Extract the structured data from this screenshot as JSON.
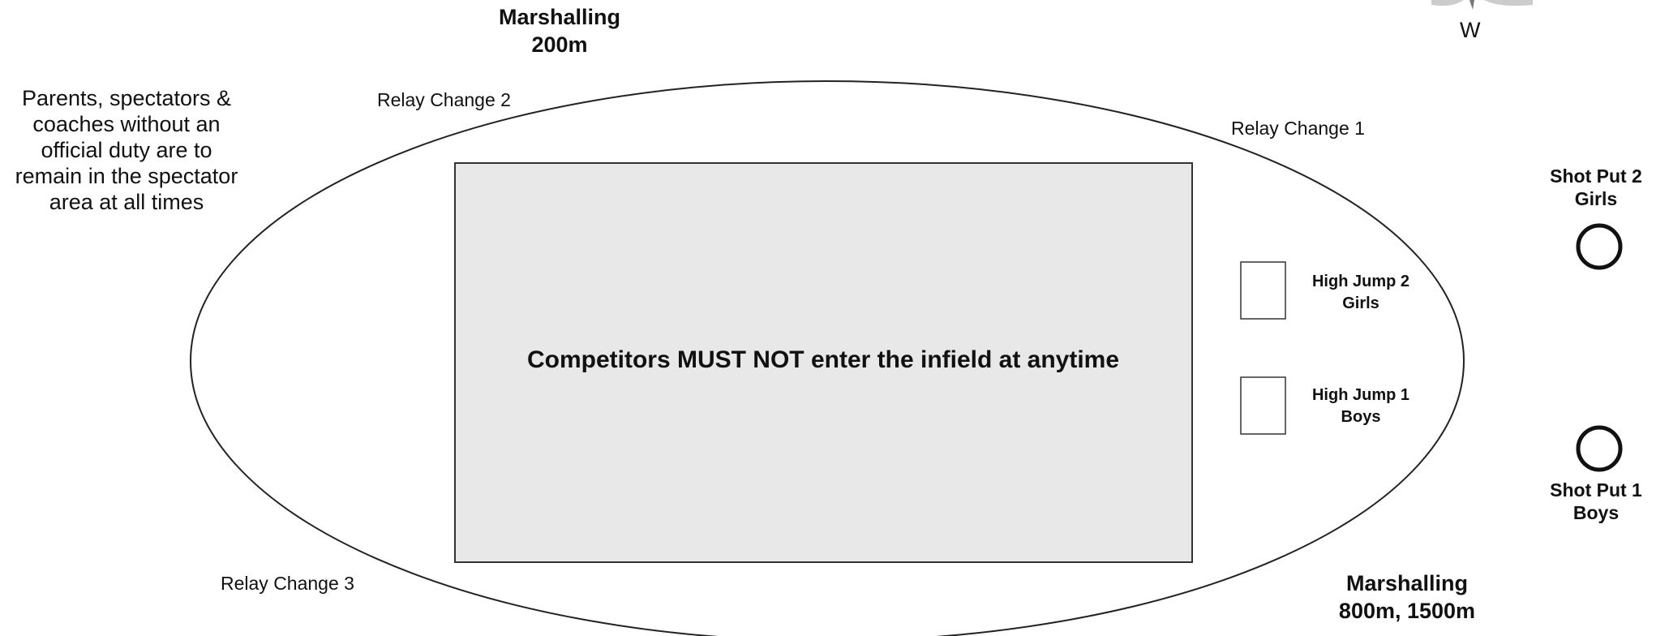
{
  "colors": {
    "outline": "#222222",
    "infield_fill": "#e8e8e8",
    "text": "#111111"
  },
  "compass": {
    "direction_label": "W",
    "icon": "compass-arrow-icon"
  },
  "labels": {
    "marshalling_top": [
      "Marshalling",
      "200m"
    ],
    "marshalling_bottom": [
      "Marshalling",
      "800m, 1500m"
    ],
    "parents_notice": [
      "Parents, spectators &",
      "coaches without an",
      "official duty are to",
      "remain in the spectator",
      "area at all times"
    ],
    "relay_change_1": "Relay Change 1",
    "relay_change_2": "Relay Change 2",
    "relay_change_3": "Relay Change 3",
    "infield_warning": "Competitors MUST NOT enter the infield at anytime"
  },
  "events": {
    "high_jump_2": [
      "High Jump 2",
      "Girls"
    ],
    "high_jump_1": [
      "High Jump 1",
      "Boys"
    ],
    "shot_put_2": [
      "Shot Put 2",
      "Girls"
    ],
    "shot_put_1": [
      "Shot Put 1",
      "Boys"
    ]
  }
}
